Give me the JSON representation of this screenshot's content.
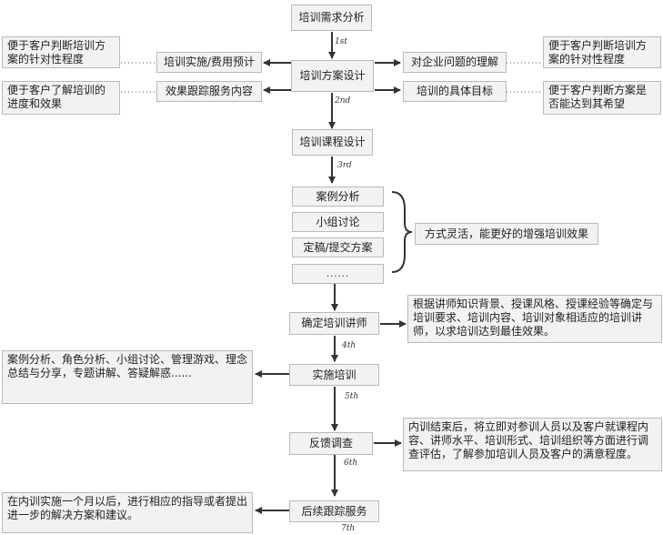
{
  "nodes": {
    "needs_analysis": "培训需求分析",
    "plan_design": "培训方案设计",
    "course_design": "培训课程设计",
    "trainer": "确定培训讲师",
    "implement": "实施培训",
    "feedback": "反馈调查",
    "followup": "后续跟踪服务"
  },
  "steps": [
    "1st",
    "2nd",
    "3rd",
    "4th",
    "5th",
    "6th",
    "7th"
  ],
  "plan_left": {
    "item1": "培训实施/费用预计",
    "item2": "效果跟踪服务内容",
    "note1": "便于客户判断培训方案的针对性程度",
    "note2": "便于客户了解培训的进度和效果"
  },
  "plan_right": {
    "item1": "对企业问题的理解",
    "item2": "培训的具体目标",
    "note1": "便于客户判断培训方案的针对性程度",
    "note2": "便于客户判断方案是否能达到其希望"
  },
  "methods": {
    "items": [
      "案例分析",
      "小组讨论",
      "定稿/提交方案",
      "......"
    ],
    "note": "方式灵活，能更好的增强培训效果"
  },
  "trainer_note": "根据讲师知识背景、授课风格、授课经验等确定与培训要求、培训内容、培训对象相适应的培训讲师，以求培训达到最佳效果。",
  "implement_note": "案例分析、角色分析、小组讨论、管理游戏、理念总结与分享，专题讲解、答疑解惑......",
  "feedback_note": "内训结束后，将立即对参训人员以及客户就课程内容、讲师水平、培训形式、培训组织等方面进行调查评估，了解参加培训人员及客户的满意程度。",
  "followup_note": "在内训实施一个月以后，进行相应的指导或者提出进一步的解决方案和建议。"
}
